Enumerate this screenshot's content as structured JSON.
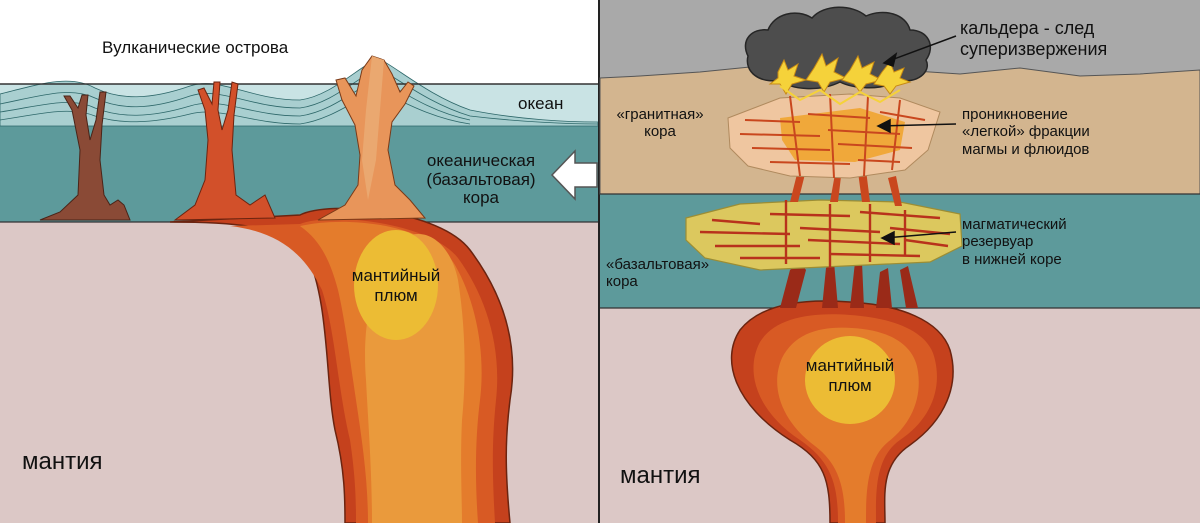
{
  "left_panel": {
    "islands_label": "Вулканические острова",
    "ocean_label": "океан",
    "crust_label": "океаническая\n(базальтовая)\nкора",
    "plume_label": "мантийный\nплюм",
    "mantle_label": "мантия"
  },
  "right_panel": {
    "caldera_label": "кальдера - след\nсуперизвержения",
    "granite_crust_label": "«гранитная»\nкора",
    "penetration_label": "проникновение\n«легкой» фракции\nмагмы и флюидов",
    "reservoir_label": "магматический\nрезервуар\nв нижней коре",
    "basalt_crust_label": "«базальтовая»\nкора",
    "plume_label": "мантийный\nплюм",
    "mantle_label": "мантия"
  },
  "colors": {
    "mantle": "#dcc8c6",
    "ocean": "#c9e3e4",
    "oceanic_crust": "#5d9a9b",
    "continental_crust": "#d3b58f",
    "plume_outer": "#c5411d",
    "plume_mid": "#e47c2c",
    "plume_core": "#ecbc34",
    "reservoir": "#dcc85e",
    "caldera_cloud": "#4d4d4d",
    "old_volcano": "#8a4a36"
  }
}
